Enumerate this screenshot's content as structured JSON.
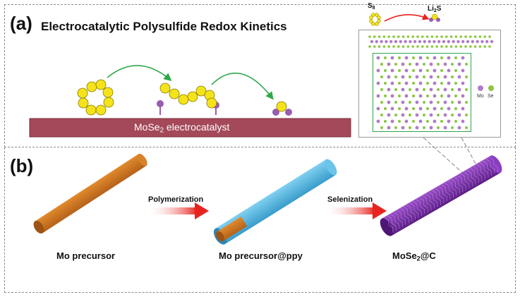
{
  "panel_a": {
    "tag": "(a)",
    "heading": "Electrocatalytic Polysulfide Redox Kinetics",
    "substrate_label_base": "MoSe",
    "substrate_label_sub": "2",
    "substrate_label_rest": " electrocatalyst",
    "inset": {
      "reactant_base": "S",
      "reactant_sub": "8",
      "product_base": "Li",
      "product_sub": "2",
      "product_rest": "S",
      "legend_mo": "Mo",
      "legend_se": "Se"
    }
  },
  "panel_b": {
    "tag": "(b)",
    "step1": "Polymerization",
    "step2": "Selenization",
    "label1": "Mo precursor",
    "label2": "Mo precursor@ppy",
    "label3_base": "MoSe",
    "label3_sub": "2",
    "label3_rest": "@C"
  },
  "colors": {
    "substrate": "#a4495a",
    "sulfur": "#f5e31a",
    "anchor": "#9a5bb0",
    "arrow_green": "#2ea84a",
    "mo_atom": "#b07cc6",
    "se_atom": "#8cc63f",
    "rod_orange": "#c8751e",
    "rod_blue": "#55b8e0",
    "rod_purple": "#7a2ea8",
    "red_arrow": "#e8231f",
    "frame_dash": "#8a8a8a"
  }
}
